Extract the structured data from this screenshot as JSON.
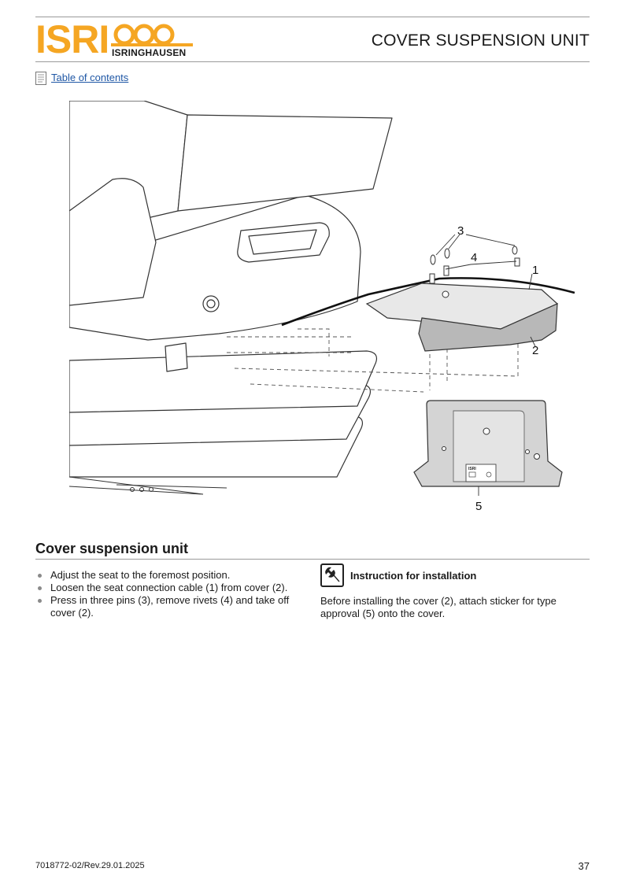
{
  "header": {
    "logo_text": "ISRI",
    "logo_subtext": "ISRINGHAUSEN",
    "page_heading": "COVER SUSPENSION UNIT",
    "brand_color": "#f5a623"
  },
  "toc_link": "Table of contents",
  "figure": {
    "callouts": [
      "1",
      "2",
      "3",
      "4",
      "5"
    ],
    "sticker_text": "ISRI"
  },
  "section": {
    "title": "Cover suspension unit",
    "steps": [
      "Adjust the seat to the foremost position.",
      "Loosen the seat connection cable (1) from cover (2).",
      "Press in three pins (3), remove rivets (4) and take off cover (2)."
    ]
  },
  "instruction": {
    "heading": "Instruction for installation",
    "icon": "wrench-icon",
    "text": "Before installing the cover (2), attach sticker for type approval (5) onto the cover."
  },
  "footer": {
    "doc_number": "7018772-02/Rev.29.01.2025",
    "page_number": "37"
  }
}
